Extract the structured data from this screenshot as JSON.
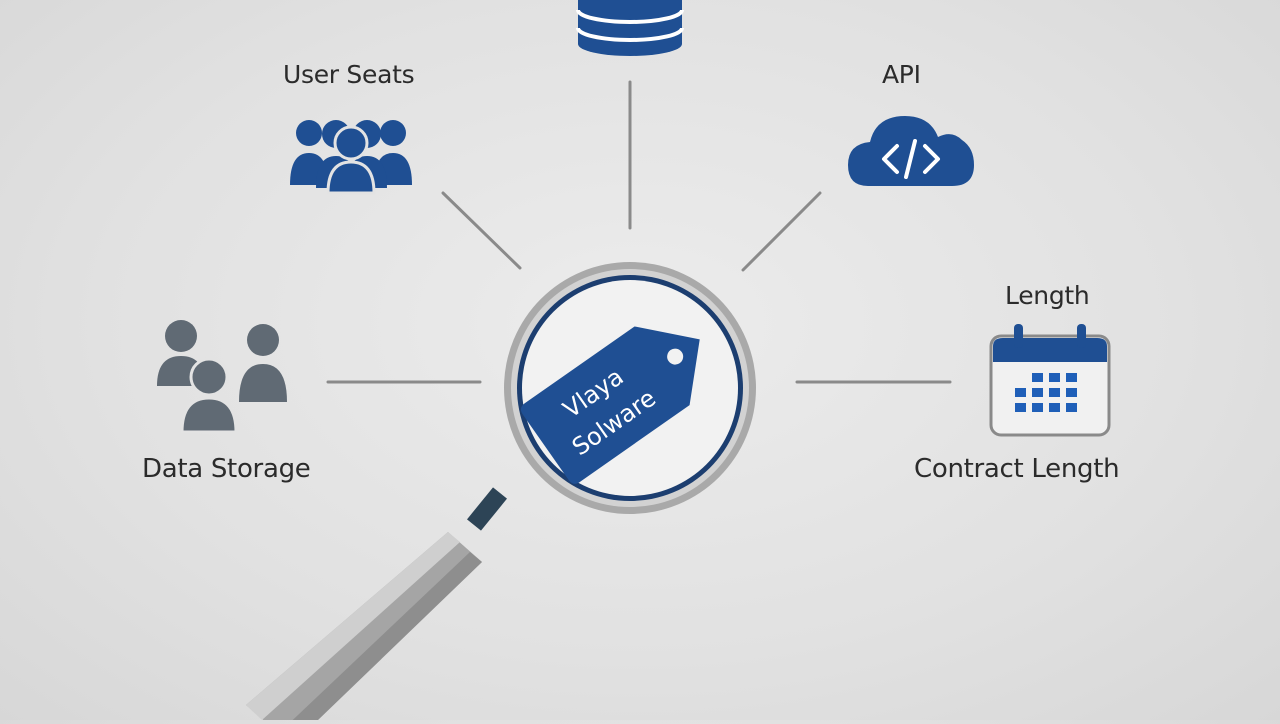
{
  "nodes": {
    "user_seats": {
      "label": "User Seats",
      "icon": "people-group-icon"
    },
    "api": {
      "label": "API",
      "icon": "cloud-code-icon"
    },
    "database": {
      "label": "",
      "icon": "database-icon"
    },
    "length": {
      "label": "Length",
      "icon": "calendar-icon"
    },
    "data_storage": {
      "label": "Data Storage",
      "icon": "people-icon"
    },
    "contract_length": {
      "label": "Contract Length"
    }
  },
  "center": {
    "tag_line1": "Vlaya",
    "tag_line2": "Solware",
    "icon": "magnifying-glass-icon"
  },
  "colors": {
    "accent_blue": "#1f4f93",
    "gray_icon": "#606a74",
    "connector": "#8a8a8a",
    "background": "#e3e3e3"
  }
}
